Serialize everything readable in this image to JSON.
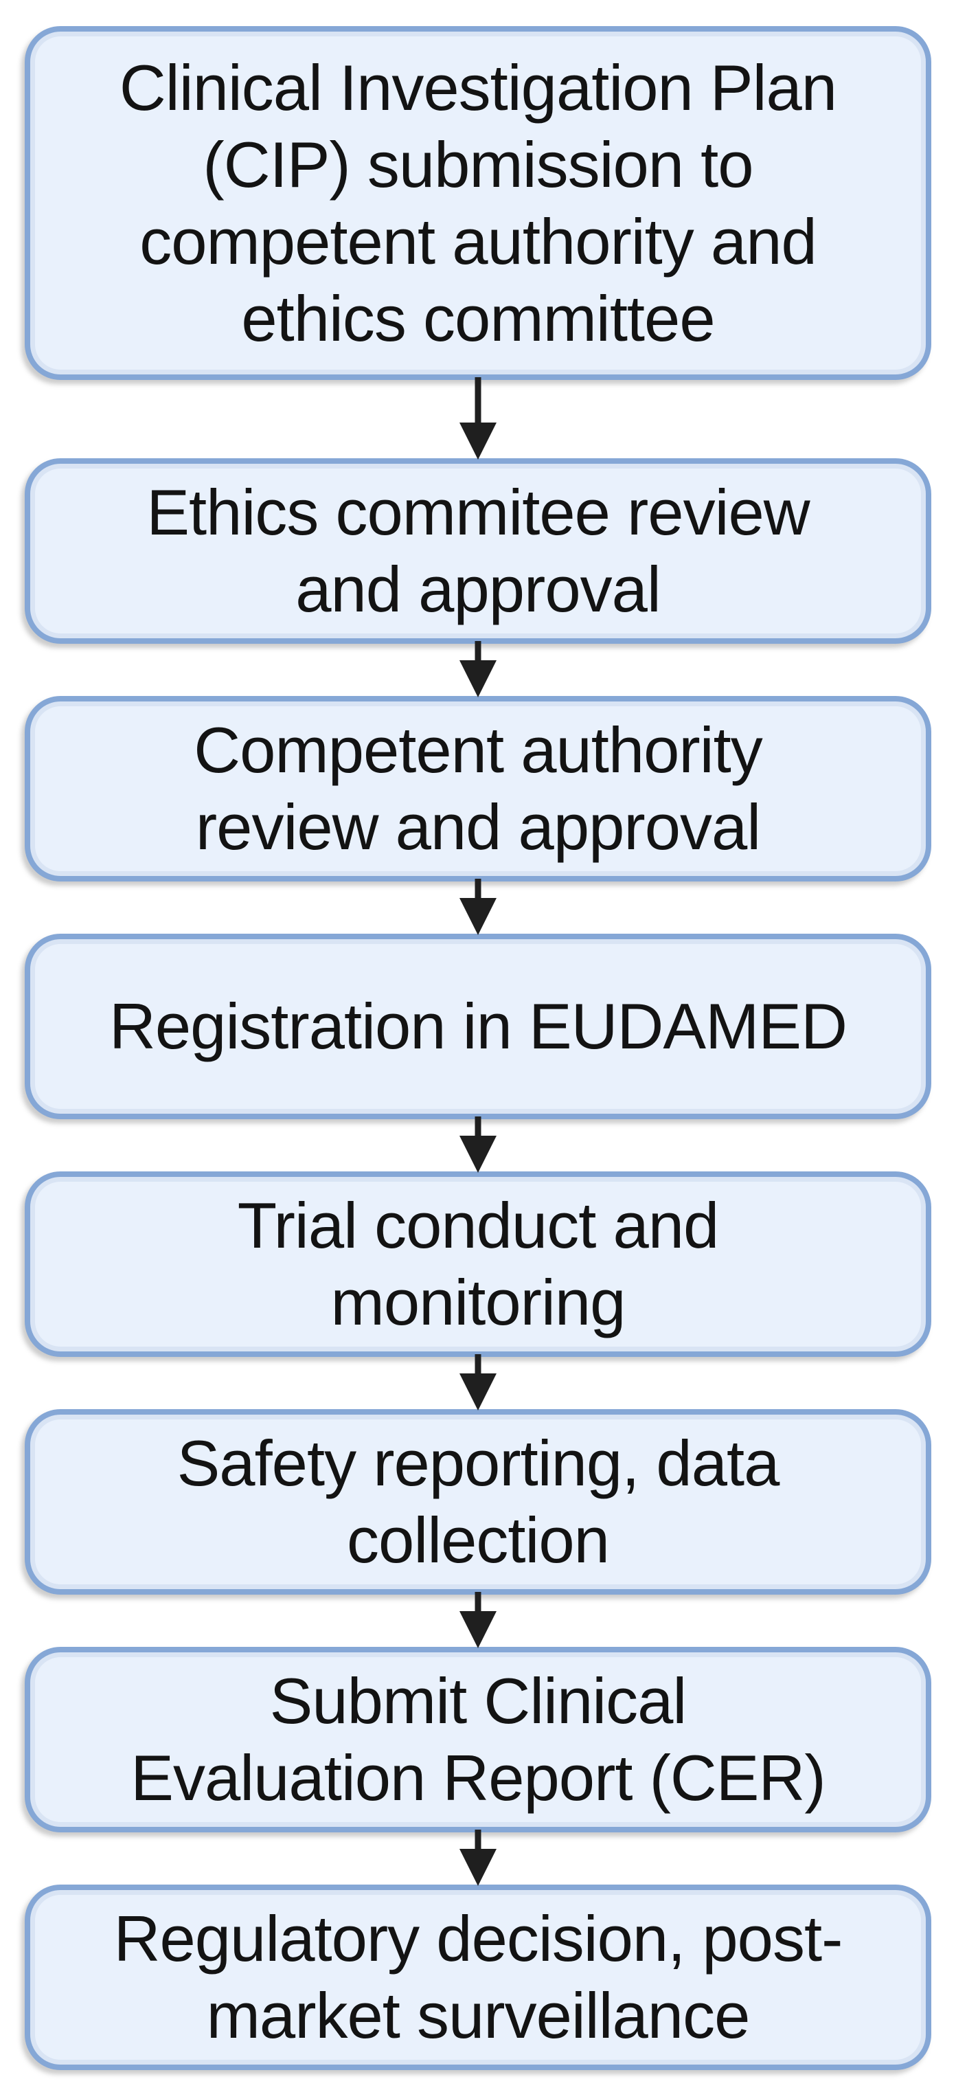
{
  "diagram": {
    "type": "flowchart",
    "direction": "top-down",
    "title": "",
    "steps": [
      {
        "id": 1,
        "label": "Clinical Investigation Plan\n(CIP) submission to\ncompetent authority and\nethics committee"
      },
      {
        "id": 2,
        "label": "Ethics commitee review\nand approval"
      },
      {
        "id": 3,
        "label": "Competent authority\nreview and approval"
      },
      {
        "id": 4,
        "label": "Registration in EUDAMED"
      },
      {
        "id": 5,
        "label": "Trial conduct and\nmonitoring"
      },
      {
        "id": 6,
        "label": "Safety reporting, data\ncollection"
      },
      {
        "id": 7,
        "label": "Submit Clinical\nEvaluation Report (CER)"
      },
      {
        "id": 8,
        "label": "Regulatory decision, post-\nmarket surveillance"
      }
    ],
    "connections": [
      {
        "from": 1,
        "to": 2
      },
      {
        "from": 2,
        "to": 3
      },
      {
        "from": 3,
        "to": 4
      },
      {
        "from": 4,
        "to": 5
      },
      {
        "from": 5,
        "to": 6
      },
      {
        "from": 6,
        "to": 7
      },
      {
        "from": 7,
        "to": 8
      }
    ],
    "colors": {
      "box_fill": "#e9f1fc",
      "box_border": "#85a7d6",
      "box_inner_ring": "#d9e4f4",
      "arrow": "#1f1f1f",
      "text": "#131313",
      "background": "#ffffff"
    }
  }
}
